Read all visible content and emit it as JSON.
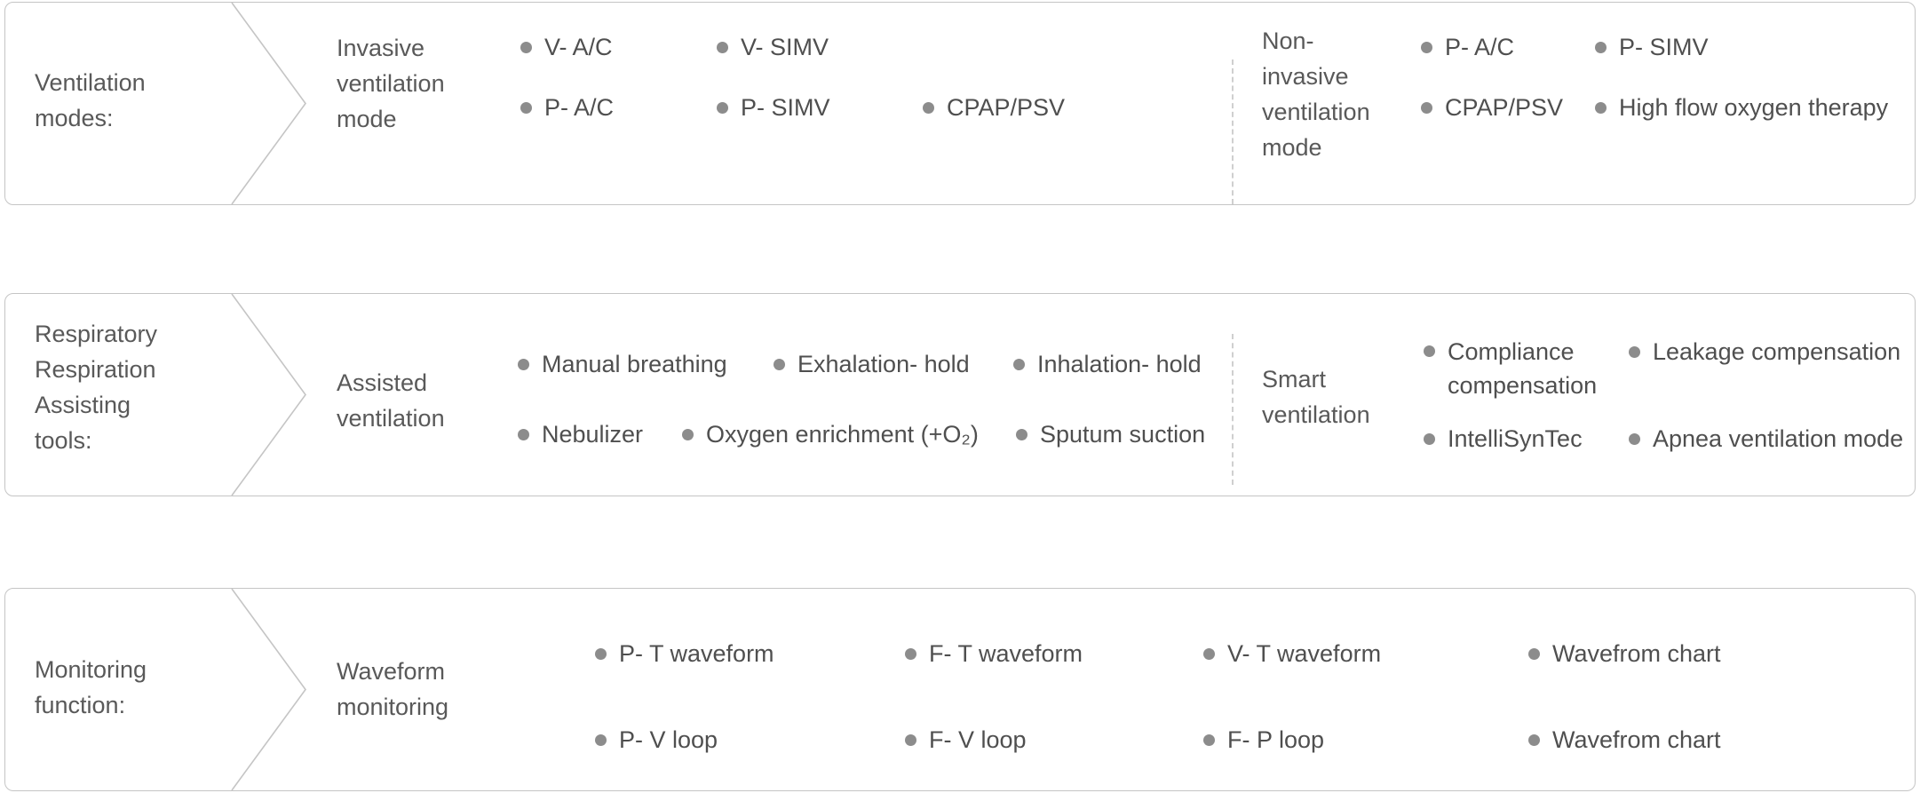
{
  "colors": {
    "panel_border": "#c5c5c5",
    "dashed_divider": "#cfcfcf",
    "label_text": "#595959",
    "item_text": "#4f4f4f",
    "bullet_dot": "#8c8c8c",
    "background": "#ffffff"
  },
  "panels": [
    {
      "category": "Ventilation\nmodes:",
      "groups": [
        {
          "label": "Invasive\nventilation\nmode",
          "items": [
            "V- A/C",
            "V- SIMV",
            "P- A/C",
            "P- SIMV",
            "CPAP/PSV"
          ]
        },
        {
          "label": "Non-\ninvasive\nventilation\nmode",
          "items": [
            "P- A/C",
            "P- SIMV",
            "CPAP/PSV",
            "High flow oxygen therapy"
          ]
        }
      ]
    },
    {
      "category": "Respiratory\nRespiration\nAssisting\ntools:",
      "groups": [
        {
          "label": "Assisted\nventilation",
          "items": [
            "Manual breathing",
            "Exhalation- hold",
            "Inhalation- hold",
            "Nebulizer",
            "Oxygen enrichment (+O₂)",
            "Sputum suction"
          ]
        },
        {
          "label": "Smart\nventilation",
          "items": [
            "Compliance compensation",
            "Leakage compensation",
            "IntelliSynTec",
            "Apnea ventilation mode"
          ]
        }
      ]
    },
    {
      "category": "Monitoring\nfunction:",
      "groups": [
        {
          "label": "Waveform\nmonitoring",
          "items": [
            "P- T waveform",
            "F- T waveform",
            "V- T waveform",
            "Wavefrom chart",
            "P- V loop",
            "F- V loop",
            "F- P loop",
            "Wavefrom chart"
          ]
        }
      ]
    }
  ]
}
